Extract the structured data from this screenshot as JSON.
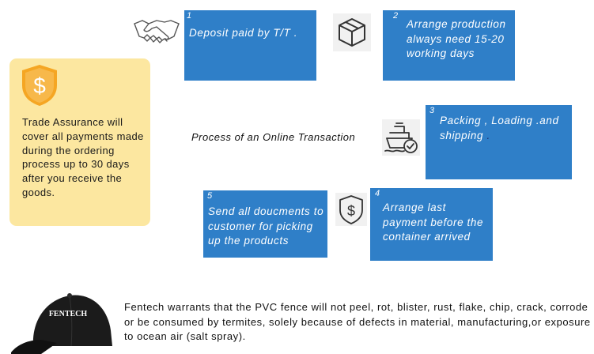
{
  "colors": {
    "step_box": "#2f7fc8",
    "assurance_bg": "#fce7a0",
    "shield": "#f5a623"
  },
  "process_title": "Process of an Online Transaction",
  "assurance": {
    "icon": "dollar-shield-icon",
    "text": "Trade Assurance will cover all payments made during the ordering process up to 30 days after you receive the goods."
  },
  "steps": [
    {
      "number": "1",
      "text": "Deposit paid by T/T .",
      "icon": "handshake-icon"
    },
    {
      "number": "2",
      "text": "Arrange production always need 15-20 working days",
      "icon": "box-icon"
    },
    {
      "number": "3",
      "text": "Packing , Loading .and shipping",
      "trailing": ".",
      "icon": "ship-icon"
    },
    {
      "number": "4",
      "text": "Arrange last payment before the container arrived",
      "icon": "dollar-shield-outline-icon"
    },
    {
      "number": "5",
      "text": "Send all doucments to customer for picking up the products",
      "icon": ""
    }
  ],
  "warranty": {
    "text": "Fentech warrants that the PVC fence will not peel, rot, blister, rust, flake, chip, crack, corrode or be consumed by termites, solely because of defects in material, manufacturing,or exposure to ocean air (salt spray).",
    "cap_logo": "FENTECH"
  }
}
